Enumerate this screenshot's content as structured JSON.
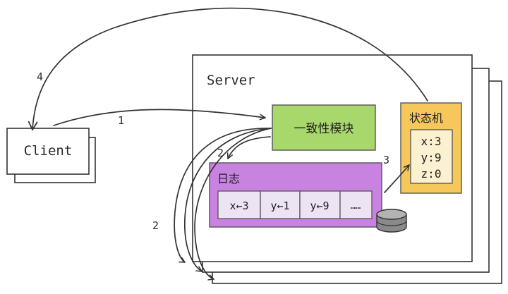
{
  "client": {
    "label": "Client"
  },
  "server": {
    "title": "Server"
  },
  "consensus_module": {
    "label": "一致性模块"
  },
  "log": {
    "title": "日志",
    "entries": [
      "x←3",
      "y←1",
      "y←9",
      "……"
    ]
  },
  "state_machine": {
    "title": "状态机",
    "values": [
      "x:3",
      "y:9",
      "z:0"
    ]
  },
  "steps": {
    "client_request": "1",
    "replicate_self": "2",
    "replicate_peers": "2",
    "apply": "3",
    "reply": "4"
  },
  "colors": {
    "consensus_fill": "#a8d86b",
    "log_fill": "#c882e0",
    "log_cell_fill": "#ede4f3",
    "state_machine_fill": "#f6c85c",
    "state_machine_inner_fill": "#fbf0cf",
    "database_fill": "#8a8a8a"
  },
  "icons": {
    "storage": "database-icon"
  }
}
